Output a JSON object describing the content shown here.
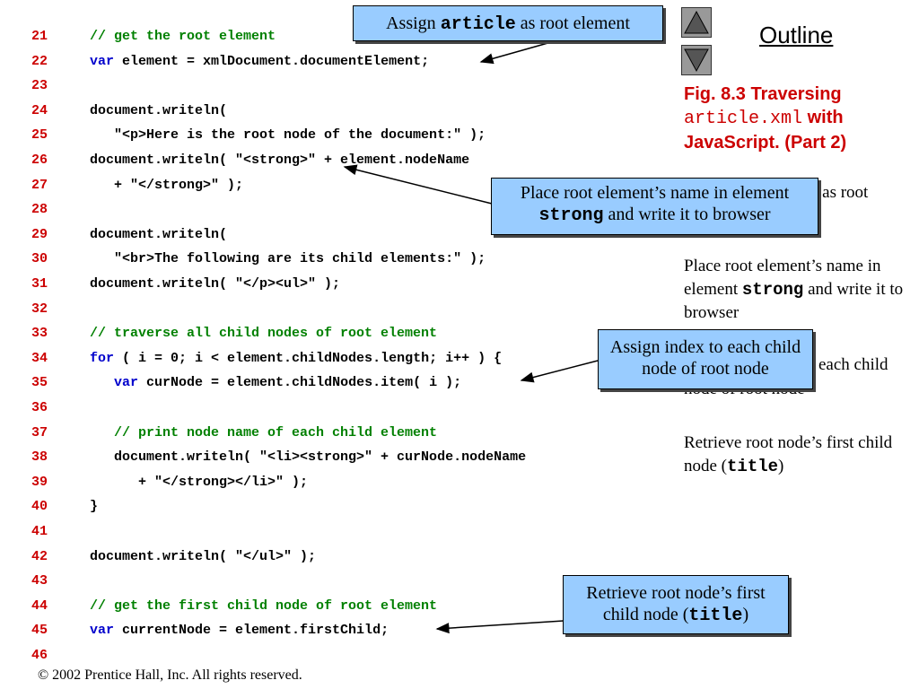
{
  "code_lines": [
    {
      "num": "21",
      "segments": [
        {
          "t": "// get the root element",
          "c": "cm"
        }
      ]
    },
    {
      "num": "22",
      "segments": [
        {
          "t": "var",
          "c": "kw"
        },
        {
          "t": " element = xmlDocument.documentElement;",
          "c": "tx"
        }
      ]
    },
    {
      "num": "23",
      "segments": []
    },
    {
      "num": "24",
      "segments": [
        {
          "t": "document.writeln(",
          "c": "tx"
        }
      ]
    },
    {
      "num": "25",
      "segments": [
        {
          "t": "   \"<p>Here is the root node of the document:\" );",
          "c": "tx"
        }
      ]
    },
    {
      "num": "26",
      "segments": [
        {
          "t": "document.writeln( \"<strong>\" + element.nodeName",
          "c": "tx"
        }
      ]
    },
    {
      "num": "27",
      "segments": [
        {
          "t": "   + \"</strong>\" );",
          "c": "tx"
        }
      ]
    },
    {
      "num": "28",
      "segments": []
    },
    {
      "num": "29",
      "segments": [
        {
          "t": "document.writeln(",
          "c": "tx"
        }
      ]
    },
    {
      "num": "30",
      "segments": [
        {
          "t": "   \"<br>The following are its child elements:\" );",
          "c": "tx"
        }
      ]
    },
    {
      "num": "31",
      "segments": [
        {
          "t": "document.writeln( \"</p><ul>\" );",
          "c": "tx"
        }
      ]
    },
    {
      "num": "32",
      "segments": []
    },
    {
      "num": "33",
      "segments": [
        {
          "t": "// traverse all child nodes of root element",
          "c": "cm"
        }
      ]
    },
    {
      "num": "34",
      "segments": [
        {
          "t": "for",
          "c": "kw"
        },
        {
          "t": " ( i = 0; i < element.childNodes.length; i++ ) {",
          "c": "tx"
        }
      ]
    },
    {
      "num": "35",
      "segments": [
        {
          "t": "   ",
          "c": "tx"
        },
        {
          "t": "var",
          "c": "kw"
        },
        {
          "t": " curNode = element.childNodes.item( i );",
          "c": "tx"
        }
      ]
    },
    {
      "num": "36",
      "segments": []
    },
    {
      "num": "37",
      "segments": [
        {
          "t": "   // print node name of each child element",
          "c": "cm"
        }
      ]
    },
    {
      "num": "38",
      "segments": [
        {
          "t": "   document.writeln( \"<li><strong>\" + curNode.nodeName",
          "c": "tx"
        }
      ]
    },
    {
      "num": "39",
      "segments": [
        {
          "t": "      + \"</strong></li>\" );",
          "c": "tx"
        }
      ]
    },
    {
      "num": "40",
      "segments": [
        {
          "t": "}",
          "c": "tx"
        }
      ]
    },
    {
      "num": "41",
      "segments": []
    },
    {
      "num": "42",
      "segments": [
        {
          "t": "document.writeln( \"</ul>\" );",
          "c": "tx"
        }
      ]
    },
    {
      "num": "43",
      "segments": []
    },
    {
      "num": "44",
      "segments": [
        {
          "t": "// get the first child node of root element",
          "c": "cm"
        }
      ]
    },
    {
      "num": "45",
      "segments": [
        {
          "t": "var",
          "c": "kw"
        },
        {
          "t": " currentNode = element.firstChild;",
          "c": "tx"
        }
      ]
    },
    {
      "num": "46",
      "segments": []
    }
  ],
  "outline": {
    "title": "Outline",
    "prev_icon": "up-triangle-icon",
    "next_icon": "down-triangle-icon"
  },
  "figure": {
    "prefix": "Fig. 8.3    Traversing ",
    "file": "article.xml",
    "suffix": " with JavaScript. (Part 2)"
  },
  "callouts": {
    "assign_article": {
      "pre": "Assign ",
      "code": "article",
      "post": " as root element"
    },
    "place_name": {
      "pre": "Place root element’s name in element ",
      "code": "strong",
      "post": " and write it to browser"
    },
    "assign_index": {
      "text": "Assign index to each child node of root node"
    },
    "retrieve_first": {
      "pre": "Retrieve root node’s first child node (",
      "code": "title",
      "post": ")"
    }
  },
  "side_notes": {
    "n1": {
      "code": "e",
      "post": " as root"
    },
    "n2": {
      "pre": "Place root element’s name in element ",
      "code": "strong",
      "post": " and write it to browser"
    },
    "n3": {
      "text": "each child",
      "text2": "node of root node"
    },
    "n4": {
      "pre": "Retrieve root node’s first child node (",
      "code": "title",
      "post": ")"
    }
  },
  "footer": "© 2002 Prentice Hall, Inc.  All rights reserved.",
  "colors": {
    "keyword": "#0000cc",
    "comment": "#008000",
    "line_number": "#cc0000",
    "callout_bg": "#99ccff",
    "figure_title": "#cc0000"
  }
}
